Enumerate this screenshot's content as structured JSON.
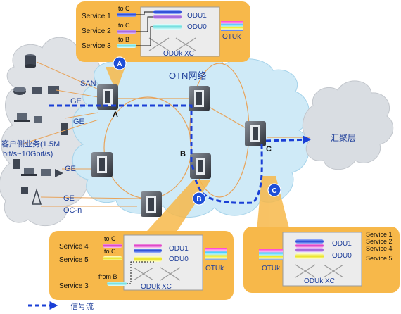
{
  "network": {
    "cloud_label": "OTN网络",
    "aggregation_label": "汇聚层"
  },
  "client_side": {
    "label_line1": "客户侧业务(1.5M",
    "label_line2": "bit/s~10Gbit/s)",
    "san": "SAN",
    "ge1": "GE",
    "ge2": "GE",
    "ge3": "GE",
    "ge4": "GE",
    "ocn": "OC-n"
  },
  "nodes": {
    "a": "A",
    "b": "B",
    "c": "C"
  },
  "badges": {
    "a": "A",
    "b": "B",
    "c": "C"
  },
  "panel_a": {
    "services": [
      "Service 1",
      "Service 2",
      "Service 3"
    ],
    "destinations": [
      "to C",
      "to C",
      "to B"
    ],
    "odu1": "ODU1",
    "odu0": "ODU0",
    "xc": "ODUk XC",
    "otuk": "OTUk"
  },
  "panel_b": {
    "services": [
      "Service 4",
      "Service 5",
      "Service 3"
    ],
    "destinations": [
      "to C",
      "to C",
      "from B"
    ],
    "odu1": "ODU1",
    "odu0": "ODU0",
    "xc": "ODUk XC",
    "otuk": "OTUk"
  },
  "panel_c": {
    "services": [
      "Service 1",
      "Service 2",
      "Service 4",
      "Service 5"
    ],
    "odu1": "ODU1",
    "odu0": "ODU0",
    "xc": "ODUk XC",
    "otuk": "OTUk"
  },
  "legend": {
    "label": "信号流"
  },
  "colors": {
    "panel_fill": "#f7b84a",
    "cloud_fill": "#cfeaf7",
    "signal_flow": "#1a3fd6",
    "badge": "#1e4fd8",
    "client_link": "#e8a35a"
  }
}
